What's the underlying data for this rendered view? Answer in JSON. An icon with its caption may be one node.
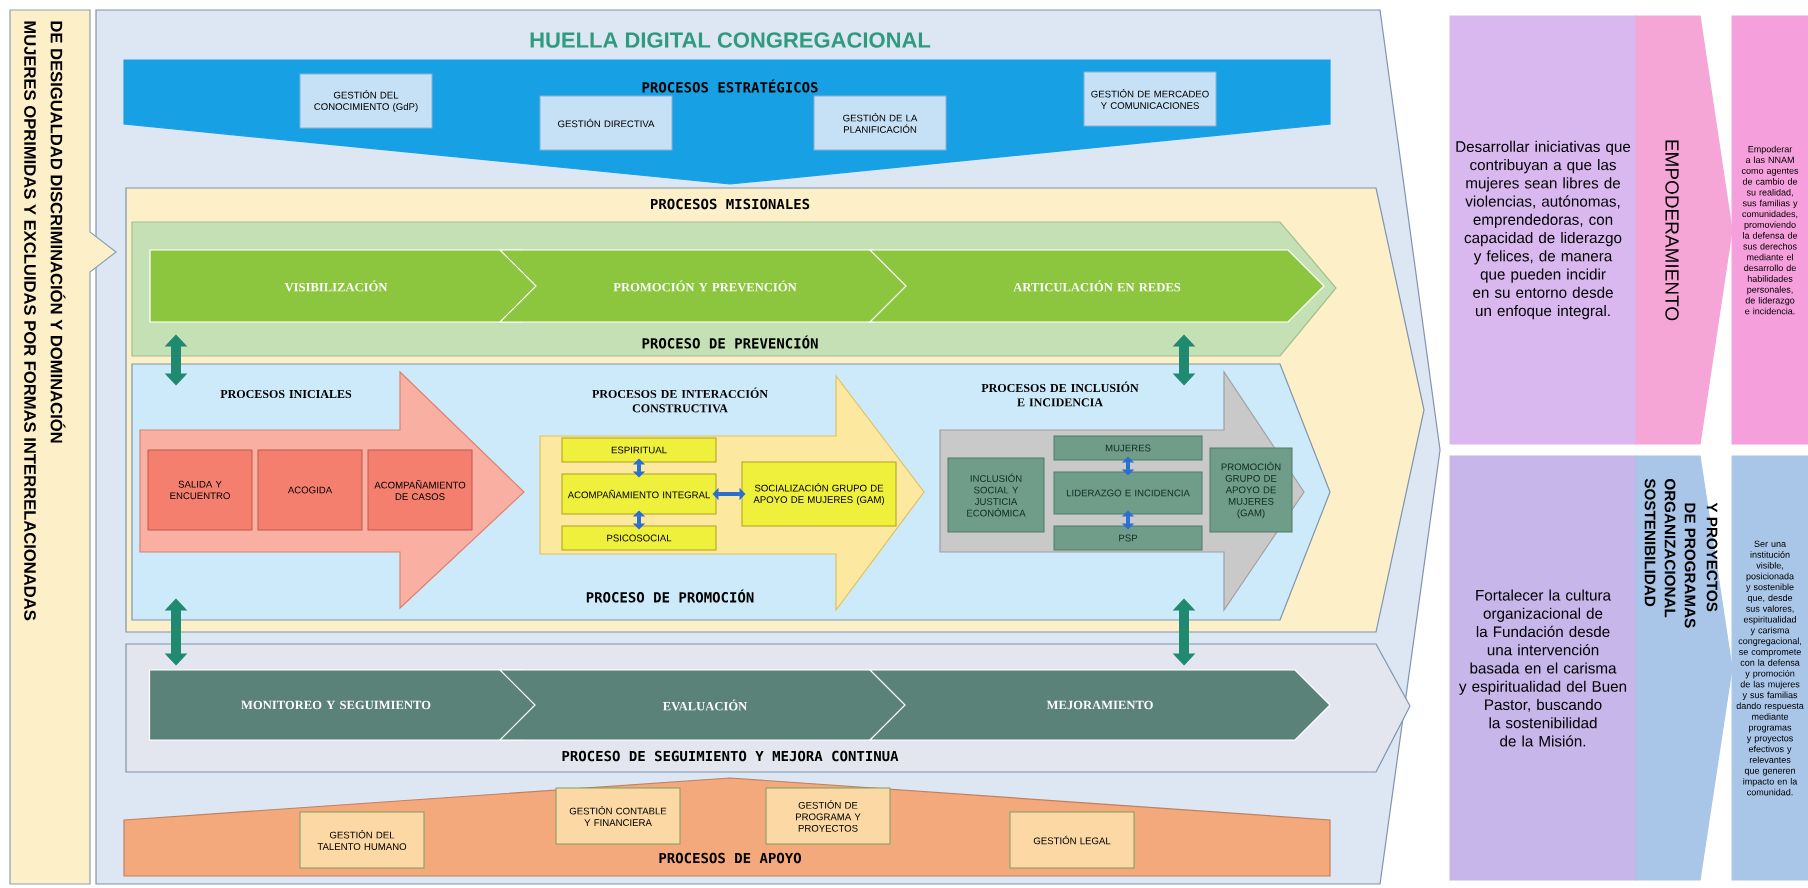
{
  "diagram": {
    "nodes": [
      {
        "text": [
          "MUJERES OPRIMIDAS Y EXCLUIDAS POR FORMAS INTERRELACIONADAS",
          "DE DESIGUALDAD DISCRIMINACIÓN Y DOMINACIÓN"
        ]
      },
      {
        "text": [
          "HUELLA DIGITAL CONGREGACIONAL"
        ]
      },
      {
        "text": [
          "PROCESOS ESTRATÉGICOS"
        ],
        "in": 1
      },
      {
        "text": [
          "GESTIÓN DEL CONOCIMIENTO (GdP)"
        ],
        "in": 2
      },
      {
        "text": [
          "GESTIÓN DIRECTIVA"
        ],
        "in": 2
      },
      {
        "text": [
          "GESTIÓN DE LA PLANIFICACIÓN"
        ],
        "in": 2
      },
      {
        "text": [
          "GESTIÓN DE MERCADEO Y COMUNICACIONES"
        ],
        "in": 2
      },
      {
        "text": [
          "PROCESOS MISIONALES"
        ],
        "in": 1
      },
      {
        "text": [
          "PROCESO DE PREVENCIÓN"
        ],
        "in": 7
      },
      {
        "text": [
          "VISIBILIZACIÓN"
        ],
        "in": 8
      },
      {
        "text": [
          "PROMOCIÓN Y PREVENCIÓN"
        ],
        "in": 8
      },
      {
        "text": [
          "ARTICULACIÓN EN REDES"
        ],
        "in": 8
      },
      {
        "text": [
          "PROCESO DE PROMOCIÓN"
        ],
        "in": 7
      },
      {
        "text": [
          "PROCESOS INICIALES"
        ],
        "in": 12
      },
      {
        "text": [
          "SALIDA Y ENCUENTRO"
        ],
        "in": 13
      },
      {
        "text": [
          "ACOGIDA"
        ],
        "in": 13
      },
      {
        "text": [
          "ACOMPAÑAMIENTO DE CASOS"
        ],
        "in": 13
      },
      {
        "text": [
          "PROCESOS DE INTERACCIÓN CONSTRUCTIVA"
        ],
        "in": 12
      },
      {
        "text": [
          "ESPIRITUAL"
        ],
        "in": 17
      },
      {
        "text": [
          "ACOMPAÑAMIENTO INTEGRAL"
        ],
        "in": 17
      },
      {
        "text": [
          "PSICOSOCIAL"
        ],
        "in": 17
      },
      {
        "text": [
          "SOCIALIZACIÓN GRUPO DE APOYO DE MUJERES (GAM)"
        ],
        "in": 17
      },
      {
        "text": [
          "PROCESOS DE INCLUSIÓN E INCIDENCIA"
        ],
        "in": 12
      },
      {
        "text": [
          "INCLUSIÓN SOCIAL Y JUSTICIA ECONÓMICA"
        ],
        "in": 22
      },
      {
        "text": [
          "MUJERES"
        ],
        "in": 22
      },
      {
        "text": [
          "LIDERAZGO E INCIDENCIA"
        ],
        "in": 22
      },
      {
        "text": [
          "PSP"
        ],
        "in": 22
      },
      {
        "text": [
          "PROMOCIÓN GRUPO DE APOYO DE MUJERES (GAM)"
        ],
        "in": 22
      },
      {
        "text": [
          "PROCESO DE SEGUIMIENTO Y MEJORA CONTINUA"
        ],
        "in": 1
      },
      {
        "text": [
          "MONITOREO Y SEGUIMIENTO"
        ],
        "in": 28
      },
      {
        "text": [
          "EVALUACIÓN"
        ],
        "in": 28
      },
      {
        "text": [
          "MEJORAMIENTO"
        ],
        "in": 28
      },
      {
        "text": [
          "PROCESOS DE APOYO"
        ],
        "in": 1
      },
      {
        "text": [
          "GESTIÓN DEL TALENTO HUMANO"
        ],
        "in": 32
      },
      {
        "text": [
          "GESTIÓN CONTABLE Y FINANCIERA"
        ],
        "in": 32
      },
      {
        "text": [
          "GESTIÓN DE PROGRAMA Y PROYECTOS"
        ],
        "in": 32
      },
      {
        "text": [
          "GESTIÓN LEGAL"
        ],
        "in": 32
      },
      {
        "text": [
          "Desarrollar iniciativas que contribuyan a que las mujeres sean libres de violencias, autónomas, emprendedoras, con capacidad de liderazgo y felices, de manera que pueden incidir en su entorno desde un enfoque integral."
        ]
      },
      {
        "text": [
          "EMPODERAMIENTO"
        ]
      },
      {
        "text": [
          "Empoderar a las NNAM como agentes de cambio de su realidad, sus familias y comunidades, promoviendo la defensa de sus derechos mediante el desarrollo de habilidades personales, de liderazgo e incidencia."
        ]
      },
      {
        "text": [
          "Fortalecer la cultura organizacional de la Fundación desde una intervención basada en el carisma y espiritualidad del Buen Pastor, buscando la sostenibilidad de la Misión."
        ]
      },
      {
        "text": [
          "SOSTENIBILIDAD",
          "ORGANIZACIONAL",
          "DE PROGRAMAS",
          "Y PROYECTOS"
        ]
      },
      {
        "text": [
          "Ser una institución visible, posicionada y sostenible que, desde sus valores, espiritualidad y carisma congregacional, se compromete con la defensa y promoción de las mujeres y sus familias dando respuesta mediante programas y proyectos efectivos y relevantes que generen impacto en la comunidad."
        ]
      }
    ],
    "edges": [
      {
        "from": 18,
        "to": 19,
        "arrow": "both"
      },
      {
        "from": 20,
        "to": 19,
        "arrow": "both"
      },
      {
        "from": 19,
        "to": 21,
        "arrow": "both"
      },
      {
        "from": 24,
        "to": 25,
        "arrow": "both"
      },
      {
        "from": 26,
        "to": 25,
        "arrow": "both"
      },
      {
        "from": 8,
        "to": 12,
        "arrow": "both",
        "style": "thick",
        "color": "#1f8a70"
      },
      {
        "from": 8,
        "to": 12,
        "arrow": "both",
        "style": "thick",
        "color": "#1f8a70"
      },
      {
        "from": 12,
        "to": 28,
        "arrow": "both",
        "style": "thick",
        "color": "#1f8a70"
      },
      {
        "from": 12,
        "to": 28,
        "arrow": "both",
        "style": "thick",
        "color": "#1f8a70"
      }
    ]
  }
}
